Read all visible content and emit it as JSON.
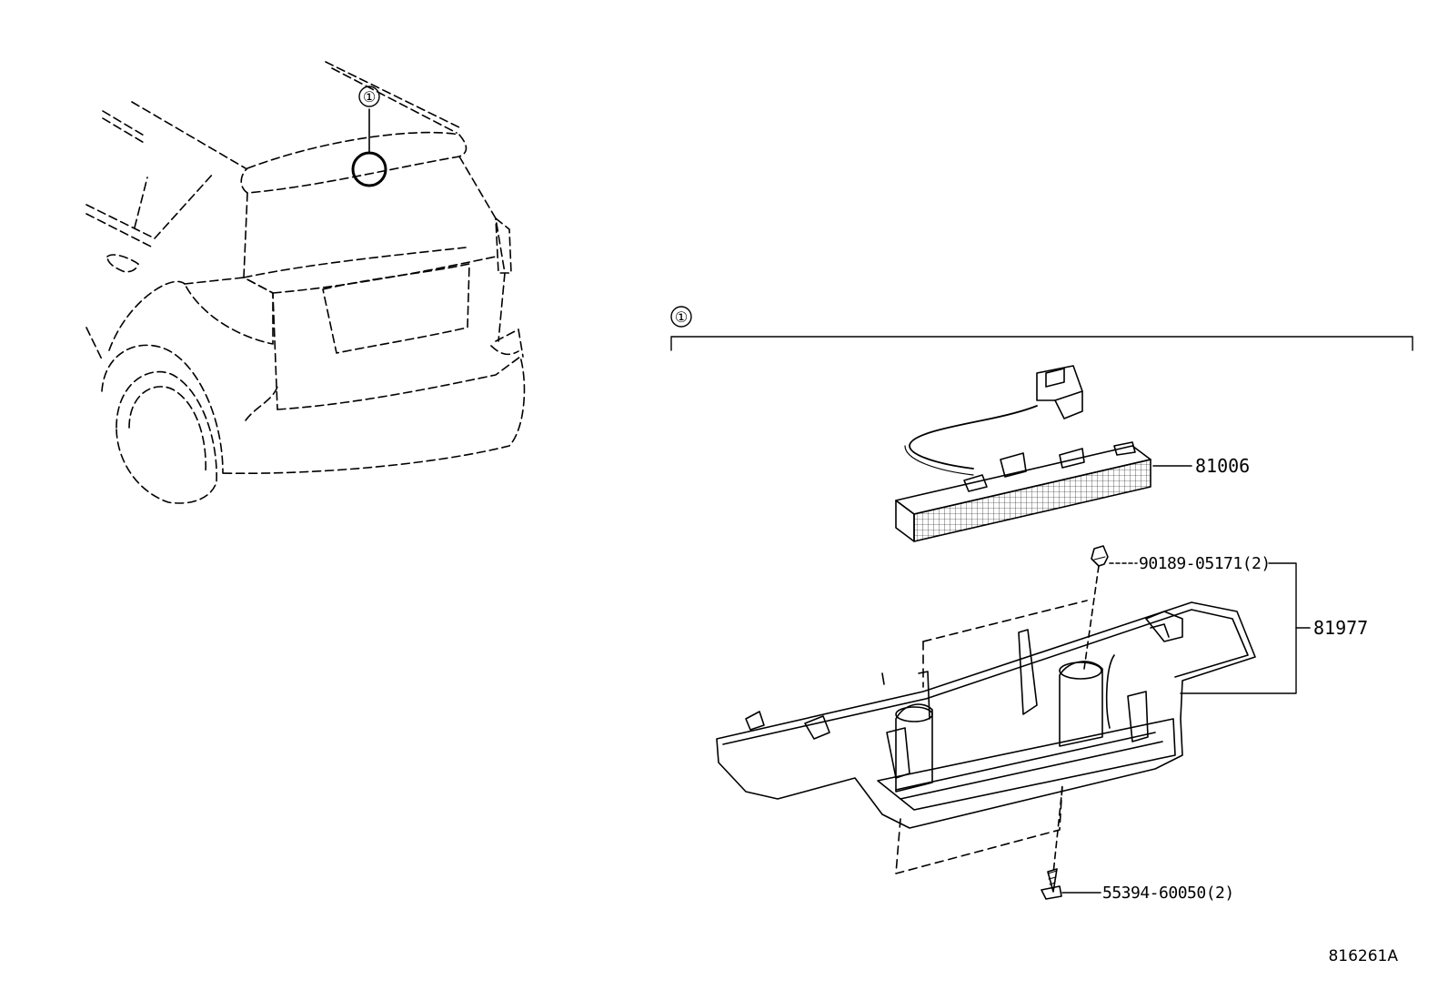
{
  "callout": {
    "number": "①"
  },
  "group": {
    "number": "①"
  },
  "parts": {
    "stop_lamp": "81006",
    "clip": "90189-05171(2)",
    "cover": "81977",
    "screw": "55394-60050(2)"
  },
  "figure_ref": "816261A"
}
